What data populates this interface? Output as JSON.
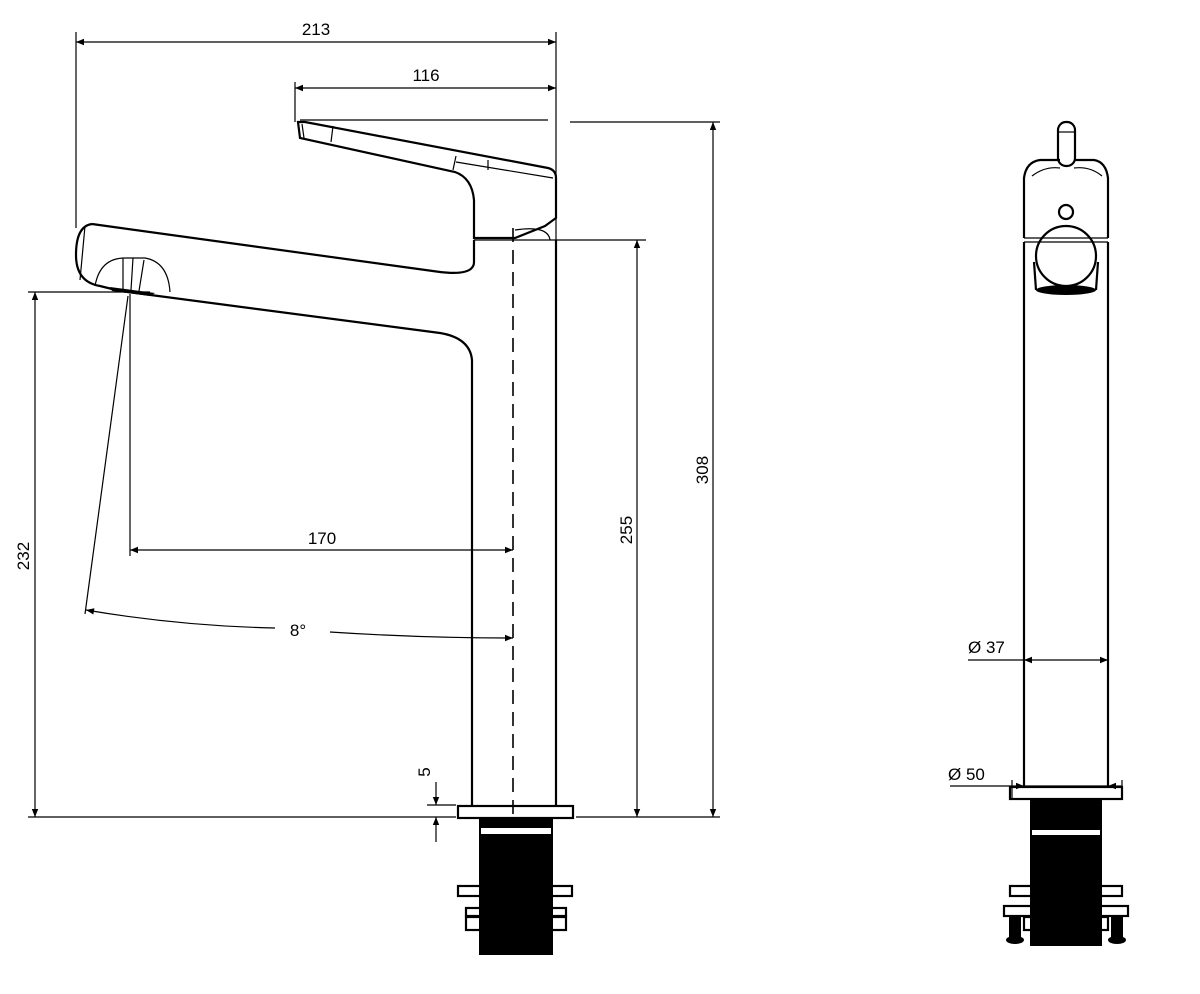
{
  "drawing": {
    "front_view": {
      "dimensions": {
        "overall_length": "213",
        "lever_length": "116",
        "overall_height": "308",
        "body_height": "255",
        "spout_outlet_height": "232",
        "spout_reach": "170",
        "spout_angle": "8°",
        "flange_thickness": "5"
      }
    },
    "side_view": {
      "dimensions": {
        "body_diameter": "Ø 37",
        "flange_diameter": "Ø 50"
      }
    }
  },
  "colors": {
    "line": "#000000",
    "background": "#ffffff"
  }
}
